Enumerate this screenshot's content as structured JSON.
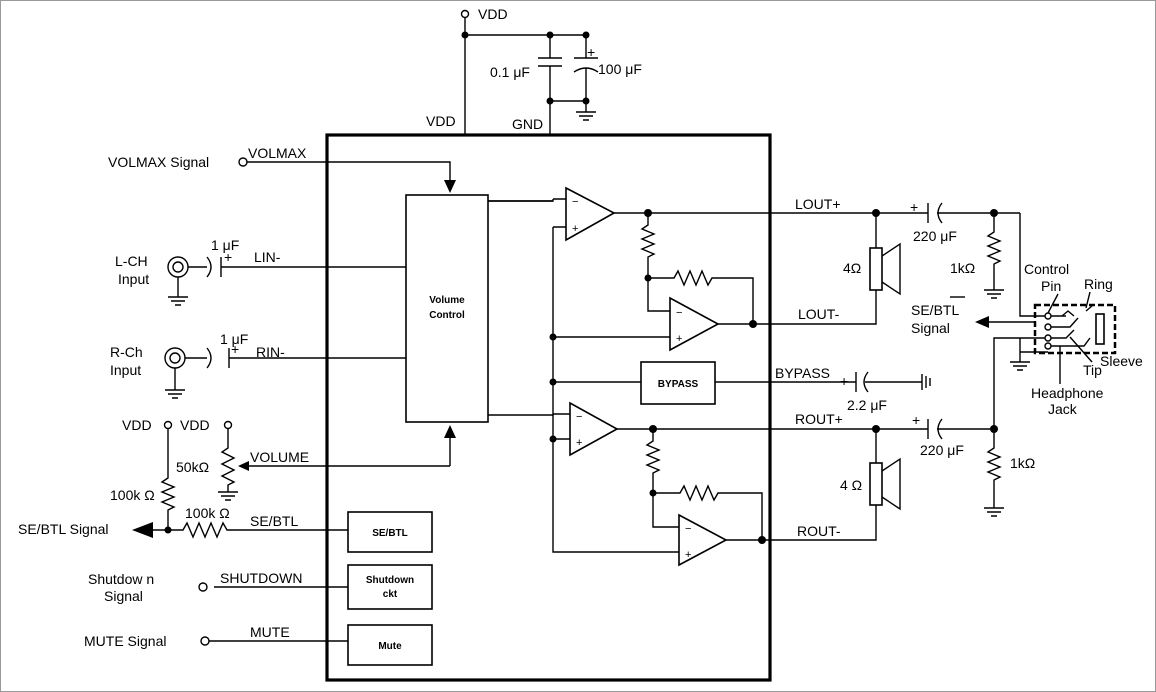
{
  "power": {
    "vdd_top": "VDD",
    "vdd_pin": "VDD",
    "gnd_pin": "GND",
    "cap_small": "0.1 μF",
    "cap_large": "100 μF",
    "plus": "+"
  },
  "inputs": {
    "volmax_signal": "VOLMAX  Signal",
    "volmax_net": "VOLMAX",
    "lch_line1": "L-CH",
    "lch_line2": "Input",
    "lch_cap": "1 μF",
    "lin_net": "LIN-",
    "rch_line1": "R-Ch",
    "rch_line2": "Input",
    "rch_cap": "1 μF",
    "rin_net": "RIN-",
    "vdd_left1": "VDD",
    "vdd_left2": "VDD",
    "pot_value": "50kΩ",
    "volume_net": "VOLUME",
    "res_100k_1": "100k Ω",
    "res_100k_2": "100k Ω",
    "sebtl_signal": "SE/BTL  Signal",
    "sebtl_net": "SE/BTL",
    "shutdown_line1": "Shutdow n",
    "shutdown_line2": "Signal",
    "shutdown_net": "SHUTDOWN",
    "mute_signal": "MUTE  Signal",
    "mute_net": "MUTE"
  },
  "blocks": {
    "volume_line1": "Volume",
    "volume_line2": "Control",
    "bypass": "BYPASS",
    "sebtl": "SE/BTL",
    "shutdown_line1": "Shutdown",
    "shutdown_line2": "ckt",
    "mute": "Mute"
  },
  "outputs": {
    "lout_plus": "LOUT+",
    "lout_minus": "LOUT-",
    "rout_plus": "ROUT+",
    "rout_minus": "ROUT-",
    "bypass_net": "BYPASS",
    "bypass_cap": "2.2  μF",
    "cap_220_left": "220 μF",
    "cap_220_right": "220 μF",
    "spk_left": "4Ω",
    "spk_right": "4 Ω",
    "res_1k_left": "1kΩ",
    "res_1k_right": "1kΩ",
    "control_line1": "Control",
    "control_line2": "Pin",
    "ring": "Ring",
    "sebtl_out_line1": "SE/BTL",
    "sebtl_out_line2": "Signal",
    "tip": "Tip",
    "sleeve": "Sleeve",
    "jack_line1": "Headphone",
    "jack_line2": "Jack"
  },
  "amp_signs": {
    "minus": "−",
    "plus": "+"
  }
}
